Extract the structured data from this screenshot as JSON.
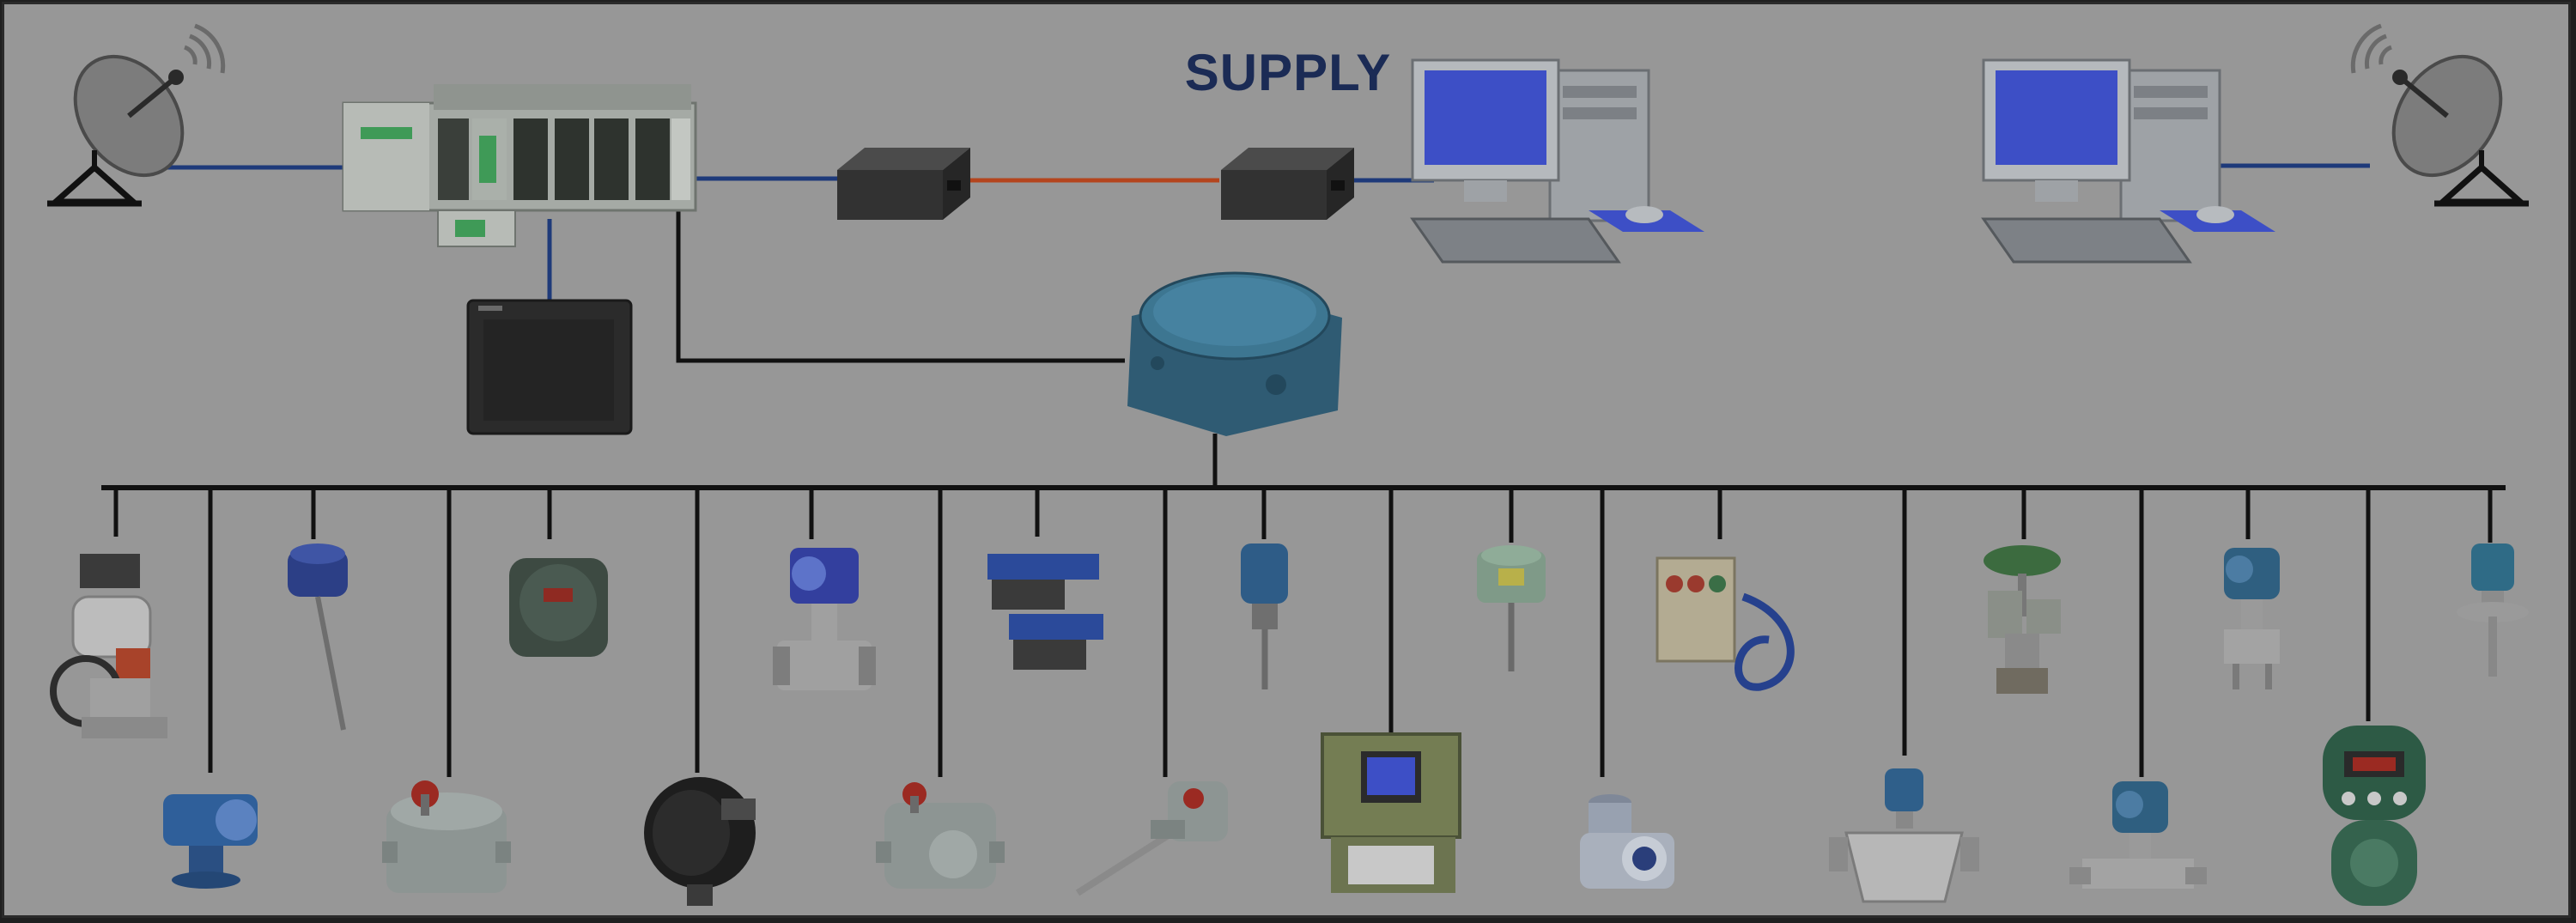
{
  "title": "SUPPLY",
  "colors": {
    "background": "#979797",
    "frame": "#2a2a2a",
    "title": "#1b2b55",
    "link_blue": "#1e3a7a",
    "link_fiber": "#b4451e",
    "bus": "#111111",
    "monitor_screen": "#3d4fc6",
    "device_blue": "#3f6f95",
    "device_grey": "#8d9593",
    "device_green": "#5b8a4a"
  },
  "devices": {
    "top": [
      "satellite-dish-icon",
      "plc-rack",
      "hmi-panel",
      "media-converter",
      "media-converter",
      "junction-box",
      "workstation",
      "workstation",
      "satellite-dish-icon"
    ],
    "field_upper": [
      "actuated-valve",
      "temperature-probe",
      "explosion-proof-box",
      "vortex-flowmeter",
      "solenoid-valve",
      "level-switch",
      "temperature-transmitter",
      "push-button-station",
      "control-valve",
      "pressure-transmitter",
      "radar-level"
    ],
    "field_lower": [
      "pressure-transmitter",
      "emergency-stop-box",
      "black-motor",
      "push-button-box",
      "thermocouple",
      "display-enclosure",
      "junction-box",
      "coriolis-flowmeter",
      "differential-pressure-transmitter",
      "indicator-enclosure"
    ]
  }
}
